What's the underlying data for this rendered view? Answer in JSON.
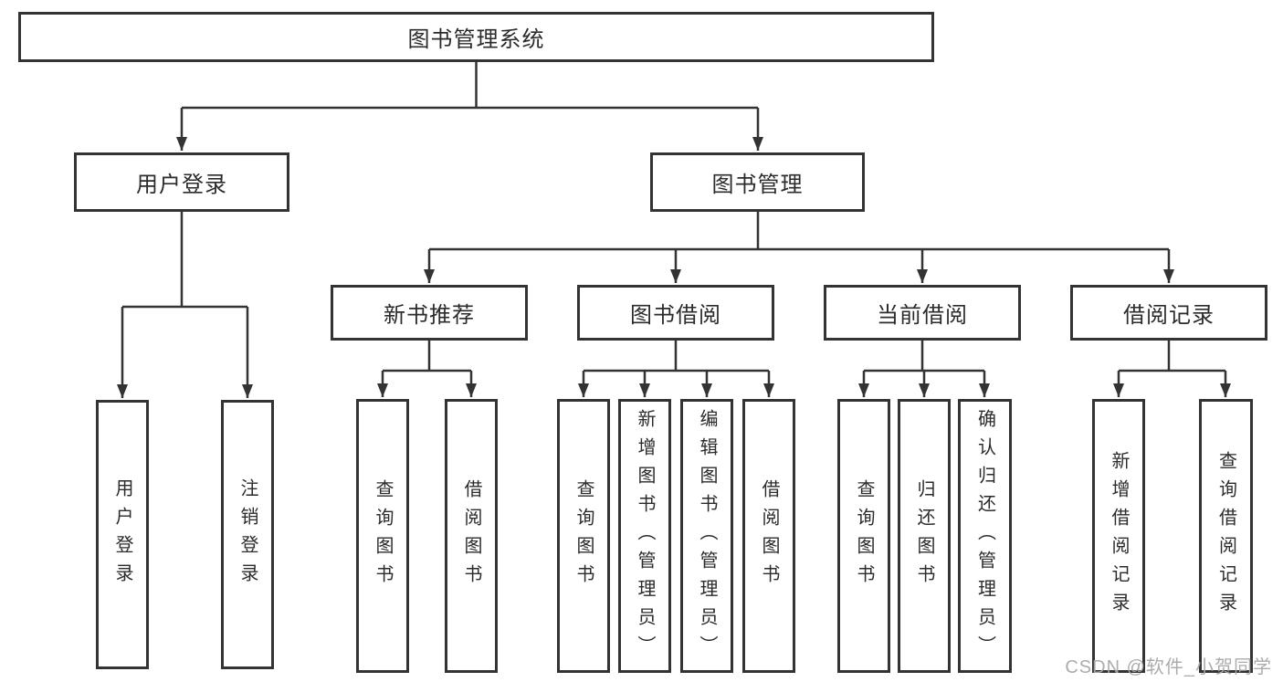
{
  "diagram": {
    "root": "图书管理系统",
    "user_login_branch": {
      "label": "用户登录",
      "children": [
        "用户登录",
        "注销登录"
      ]
    },
    "book_mgmt_branch": {
      "label": "图书管理",
      "children": [
        {
          "label": "新书推荐",
          "children": [
            "查询图书",
            "借阅图书"
          ]
        },
        {
          "label": "图书借阅",
          "children": [
            "查询图书",
            "新增图书（管理员）",
            "编辑图书（管理员）",
            "借阅图书"
          ]
        },
        {
          "label": "当前借阅",
          "children": [
            "查询图书",
            "归还图书",
            "确认归还（管理员）"
          ]
        },
        {
          "label": "借阅记录",
          "children": [
            "新增借阅记录",
            "查询借阅记录"
          ]
        }
      ]
    }
  },
  "watermark": "CSDN @软件_小贺同学",
  "colors": {
    "line": "#333333",
    "border": "#333333",
    "text": "#2b2b2b",
    "watermark": "#a8a8a8",
    "background": "#ffffff"
  }
}
